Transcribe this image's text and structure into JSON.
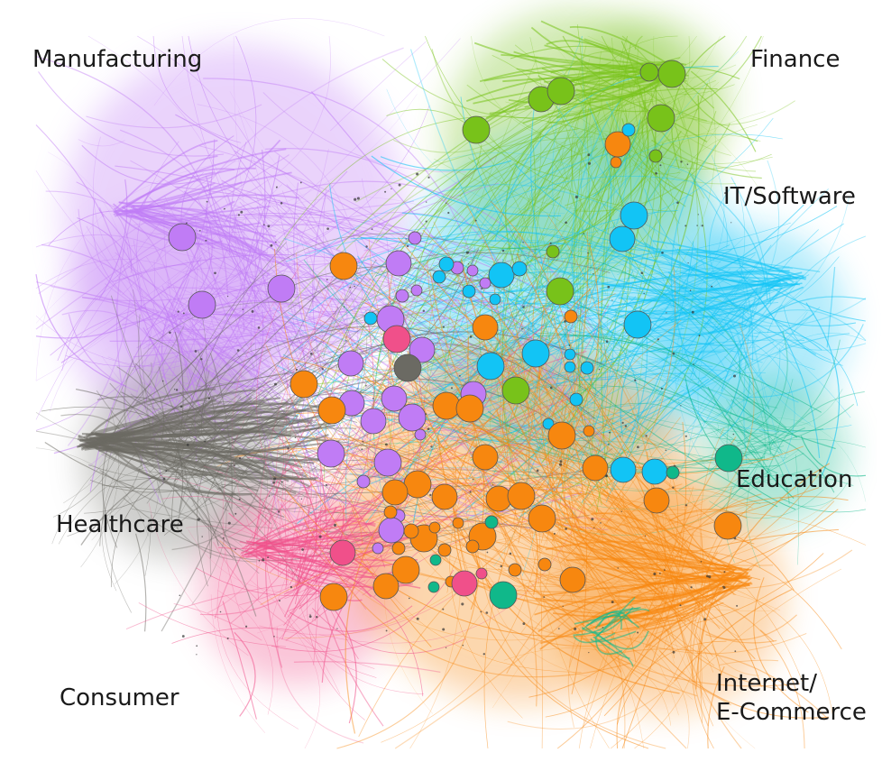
{
  "labels": {
    "manufacturing": "Manufacturing",
    "finance": "Finance",
    "it_software": "IT/Software",
    "education": "Education",
    "healthcare": "Healthcare",
    "consumer": "Consumer",
    "internet_line1": "Internet/",
    "internet_line2": "E-Commerce"
  },
  "colors": {
    "manufacturing": "#c07cf5",
    "finance": "#78c21a",
    "it_software": "#12c4f5",
    "education": "#10b88a",
    "healthcare": "#6b6a63",
    "consumer": "#f0508a",
    "internet_ecommerce": "#f7870f"
  }
}
